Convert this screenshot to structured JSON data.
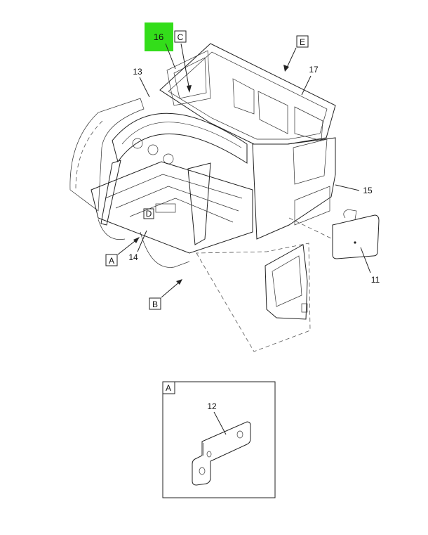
{
  "callouts": {
    "c16": "16",
    "c13": "13",
    "c17": "17",
    "c15": "15",
    "c14": "14",
    "c11": "11",
    "c12": "12"
  },
  "letters": {
    "C": "C",
    "E": "E",
    "A": "A",
    "B": "B",
    "D": "D",
    "inset_A": "A"
  },
  "colors": {
    "highlight": "#33dd1a",
    "line": "#222222"
  }
}
